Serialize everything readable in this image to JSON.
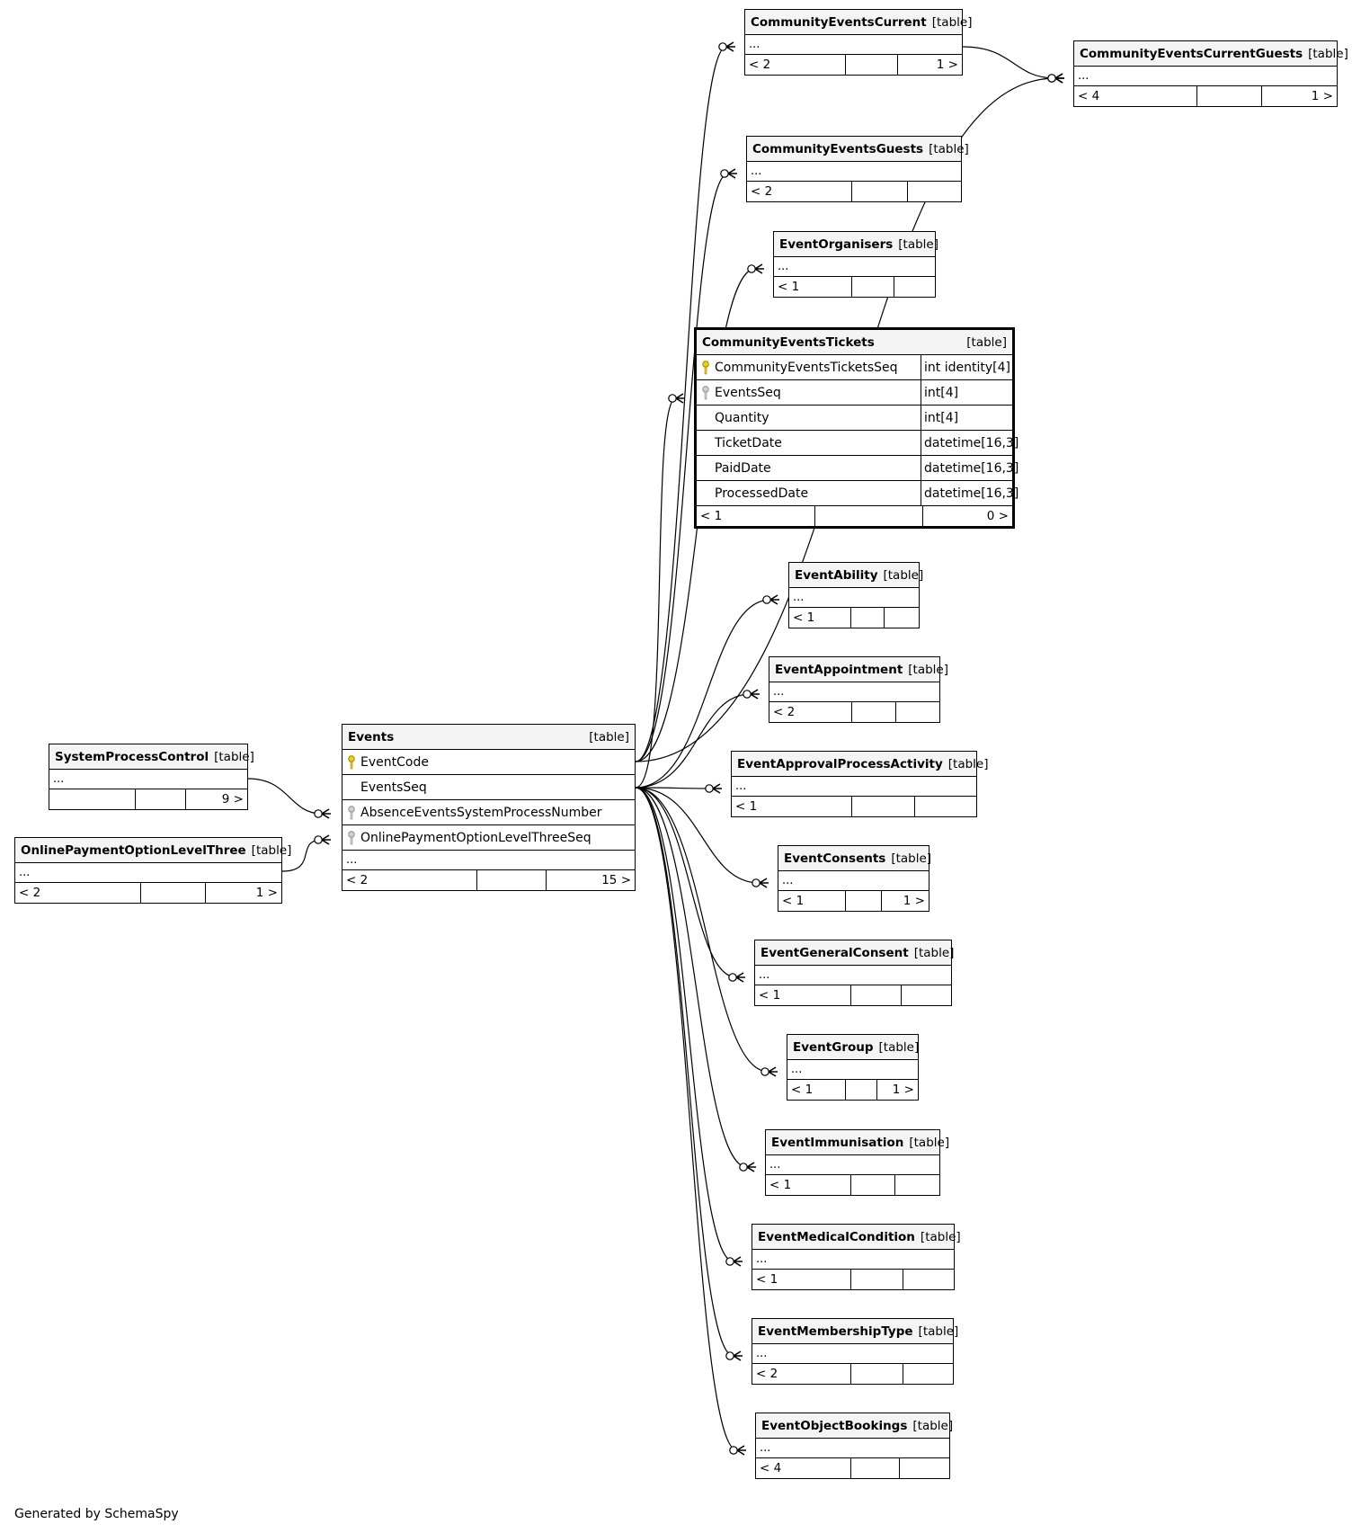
{
  "footer": {
    "generated_by": "Generated by SchemaSpy"
  },
  "tables": {
    "events": {
      "name": "Events",
      "kind": "[table]",
      "columns": [
        {
          "name": "EventCode",
          "key": "primary"
        },
        {
          "name": "EventsSeq",
          "key": "none"
        },
        {
          "name": "AbsenceEventsSystemProcessNumber",
          "key": "foreign"
        },
        {
          "name": "OnlinePaymentOptionLevelThreeSeq",
          "key": "foreign"
        }
      ],
      "ellipsis": "...",
      "parents": "< 2",
      "children": "15 >"
    },
    "community_events_tickets": {
      "name": "CommunityEventsTickets",
      "kind": "[table]",
      "columns": [
        {
          "name": "CommunityEventsTicketsSeq",
          "type": "int identity[4]",
          "key": "primary"
        },
        {
          "name": "EventsSeq",
          "type": "int[4]",
          "key": "foreign"
        },
        {
          "name": "Quantity",
          "type": "int[4]",
          "key": "none"
        },
        {
          "name": "TicketDate",
          "type": "datetime[16,3]",
          "key": "none"
        },
        {
          "name": "PaidDate",
          "type": "datetime[16,3]",
          "key": "none"
        },
        {
          "name": "ProcessedDate",
          "type": "datetime[16,3]",
          "key": "none"
        }
      ],
      "parents": "< 1",
      "children": "0 >"
    },
    "system_process_control": {
      "name": "SystemProcessControl",
      "kind": "[table]",
      "ellipsis": "...",
      "parents": "",
      "children": "9 >"
    },
    "online_payment_option_level_three": {
      "name": "OnlinePaymentOptionLevelThree",
      "kind": "[table]",
      "ellipsis": "...",
      "parents": "< 2",
      "children": "1 >"
    },
    "community_events_current": {
      "name": "CommunityEventsCurrent",
      "kind": "[table]",
      "ellipsis": "...",
      "parents": "< 2",
      "children": "1 >"
    },
    "community_events_current_guests": {
      "name": "CommunityEventsCurrentGuests",
      "kind": "[table]",
      "ellipsis": "...",
      "parents": "< 4",
      "children": "1 >"
    },
    "community_events_guests": {
      "name": "CommunityEventsGuests",
      "kind": "[table]",
      "ellipsis": "...",
      "parents": "< 2",
      "children": ""
    },
    "event_organisers": {
      "name": "EventOrganisers",
      "kind": "[table]",
      "ellipsis": "...",
      "parents": "< 1",
      "children": ""
    },
    "event_ability": {
      "name": "EventAbility",
      "kind": "[table]",
      "ellipsis": "...",
      "parents": "< 1",
      "children": ""
    },
    "event_appointment": {
      "name": "EventAppointment",
      "kind": "[table]",
      "ellipsis": "...",
      "parents": "< 2",
      "children": ""
    },
    "event_approval_process_activity": {
      "name": "EventApprovalProcessActivity",
      "kind": "[table]",
      "ellipsis": "...",
      "parents": "< 1",
      "children": ""
    },
    "event_consents": {
      "name": "EventConsents",
      "kind": "[table]",
      "ellipsis": "...",
      "parents": "< 1",
      "children": "1 >"
    },
    "event_general_consent": {
      "name": "EventGeneralConsent",
      "kind": "[table]",
      "ellipsis": "...",
      "parents": "< 1",
      "children": ""
    },
    "event_group": {
      "name": "EventGroup",
      "kind": "[table]",
      "ellipsis": "...",
      "parents": "< 1",
      "children": "1 >"
    },
    "event_immunisation": {
      "name": "EventImmunisation",
      "kind": "[table]",
      "ellipsis": "...",
      "parents": "< 1",
      "children": ""
    },
    "event_medical_condition": {
      "name": "EventMedicalCondition",
      "kind": "[table]",
      "ellipsis": "...",
      "parents": "< 1",
      "children": ""
    },
    "event_membership_type": {
      "name": "EventMembershipType",
      "kind": "[table]",
      "ellipsis": "...",
      "parents": "< 2",
      "children": ""
    },
    "event_object_bookings": {
      "name": "EventObjectBookings",
      "kind": "[table]",
      "ellipsis": "...",
      "parents": "< 4",
      "children": ""
    }
  },
  "relationships": [
    {
      "from": "system_process_control",
      "to": "events"
    },
    {
      "from": "online_payment_option_level_three",
      "to": "events"
    },
    {
      "from": "events",
      "to": "community_events_current"
    },
    {
      "from": "community_events_current",
      "to": "community_events_current_guests"
    },
    {
      "from": "events",
      "to": "community_events_current_guests"
    },
    {
      "from": "events",
      "to": "community_events_guests"
    },
    {
      "from": "events",
      "to": "event_organisers"
    },
    {
      "from": "events",
      "to": "community_events_tickets"
    },
    {
      "from": "events",
      "to": "event_ability"
    },
    {
      "from": "events",
      "to": "event_appointment"
    },
    {
      "from": "events",
      "to": "event_approval_process_activity"
    },
    {
      "from": "events",
      "to": "event_consents"
    },
    {
      "from": "events",
      "to": "event_general_consent"
    },
    {
      "from": "events",
      "to": "event_group"
    },
    {
      "from": "events",
      "to": "event_immunisation"
    },
    {
      "from": "events",
      "to": "event_medical_condition"
    },
    {
      "from": "events",
      "to": "event_membership_type"
    },
    {
      "from": "events",
      "to": "event_object_bookings"
    }
  ]
}
